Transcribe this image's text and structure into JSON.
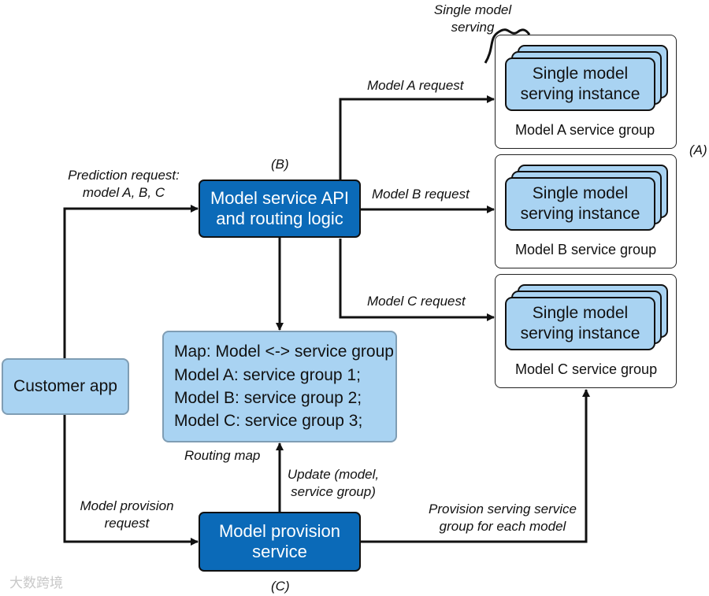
{
  "boxes": {
    "api": {
      "line1": "Model service API",
      "line2": "and routing logic"
    },
    "customer_app": "Customer app",
    "provision": {
      "line1": "Model provision",
      "line2": "service"
    },
    "routing_map": {
      "lines": [
        "Map: Model <-> service group",
        "Model A: service group 1;",
        "Model B: service group 2;",
        "Model C: service group 3;"
      ]
    }
  },
  "service_groups": [
    {
      "instance_line1": "Single model",
      "instance_line2": "serving instance",
      "label": "Model A service group"
    },
    {
      "instance_line1": "Single model",
      "instance_line2": "serving instance",
      "label": "Model B service group"
    },
    {
      "instance_line1": "Single model",
      "instance_line2": "serving instance",
      "label": "Model C service group"
    }
  ],
  "labels": {
    "single_model_serving": {
      "line1": "Single model",
      "line2": "serving"
    },
    "model_a_request": "Model A request",
    "model_b_request": "Model B request",
    "model_c_request": "Model C request",
    "prediction_request": {
      "line1": "Prediction request:",
      "line2": "model A, B, C"
    },
    "model_provision_request": {
      "line1": "Model provision",
      "line2": "request"
    },
    "routing_map": "Routing map",
    "update": {
      "line1": "Update (model,",
      "line2": "service group)"
    },
    "provision_serving": {
      "line1": "Provision serving service",
      "line2": "group for each model"
    },
    "marker_a": "(A)",
    "marker_b": "(B)",
    "marker_c": "(C)"
  },
  "watermark": "大数跨境"
}
